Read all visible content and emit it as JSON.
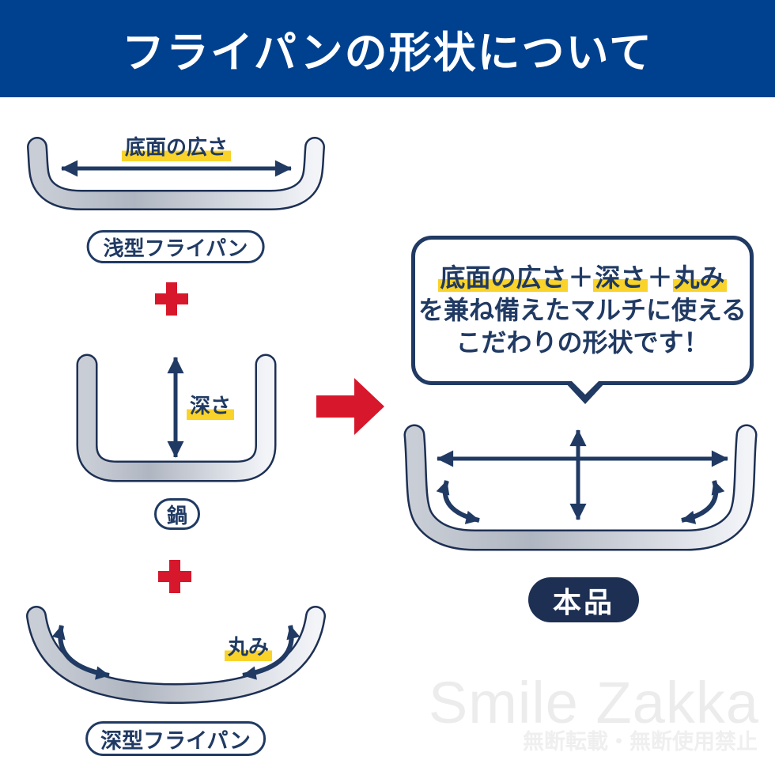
{
  "header": {
    "title": "フライパンの形状について",
    "bg_color": "#00418f"
  },
  "pans": {
    "shallow": {
      "name": "浅型フライパン",
      "feature": "底面の広さ"
    },
    "pot": {
      "name": "鍋",
      "feature": "深さ"
    },
    "deep": {
      "name": "深型フライパン",
      "feature": "丸み"
    }
  },
  "result": {
    "bubble_term1": "底面の広さ",
    "bubble_plus": "＋",
    "bubble_term2": "深さ",
    "bubble_term3": "丸み",
    "bubble_line2": "を兼ね備えたマルチに使える",
    "bubble_line3": "こだわりの形状です！",
    "product_label": "本品"
  },
  "watermark": {
    "brand": "Smile Zakka",
    "notice": "無断転載・無断使用禁止"
  },
  "colors": {
    "header_blue": "#00418f",
    "navy": "#203a63",
    "outline_navy": "#1d3054",
    "red": "#d7172b",
    "highlight_yellow": "#f9d32a",
    "metal_dark": "#b0b6c1",
    "metal_light": "#f2f4f8",
    "watermark_gray": "#ececec"
  }
}
